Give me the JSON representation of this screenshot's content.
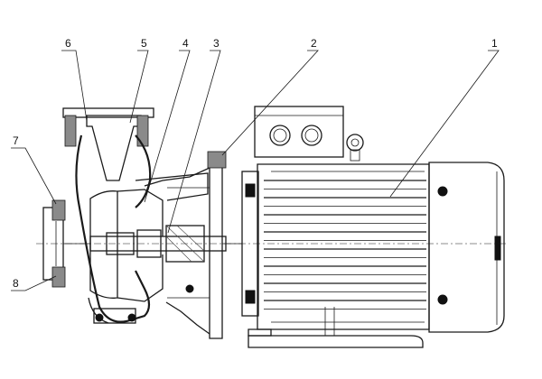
{
  "callouts": [
    {
      "id": "1",
      "text": "1"
    },
    {
      "id": "2",
      "text": "2"
    },
    {
      "id": "3",
      "text": "3"
    },
    {
      "id": "4",
      "text": "4"
    },
    {
      "id": "5",
      "text": "5"
    },
    {
      "id": "6",
      "text": "6"
    },
    {
      "id": "7",
      "text": "7"
    },
    {
      "id": "8",
      "text": "8"
    }
  ],
  "colors": {
    "ink": "#1a1a1a",
    "fill": "#8a8a8a",
    "background": "#ffffff"
  }
}
